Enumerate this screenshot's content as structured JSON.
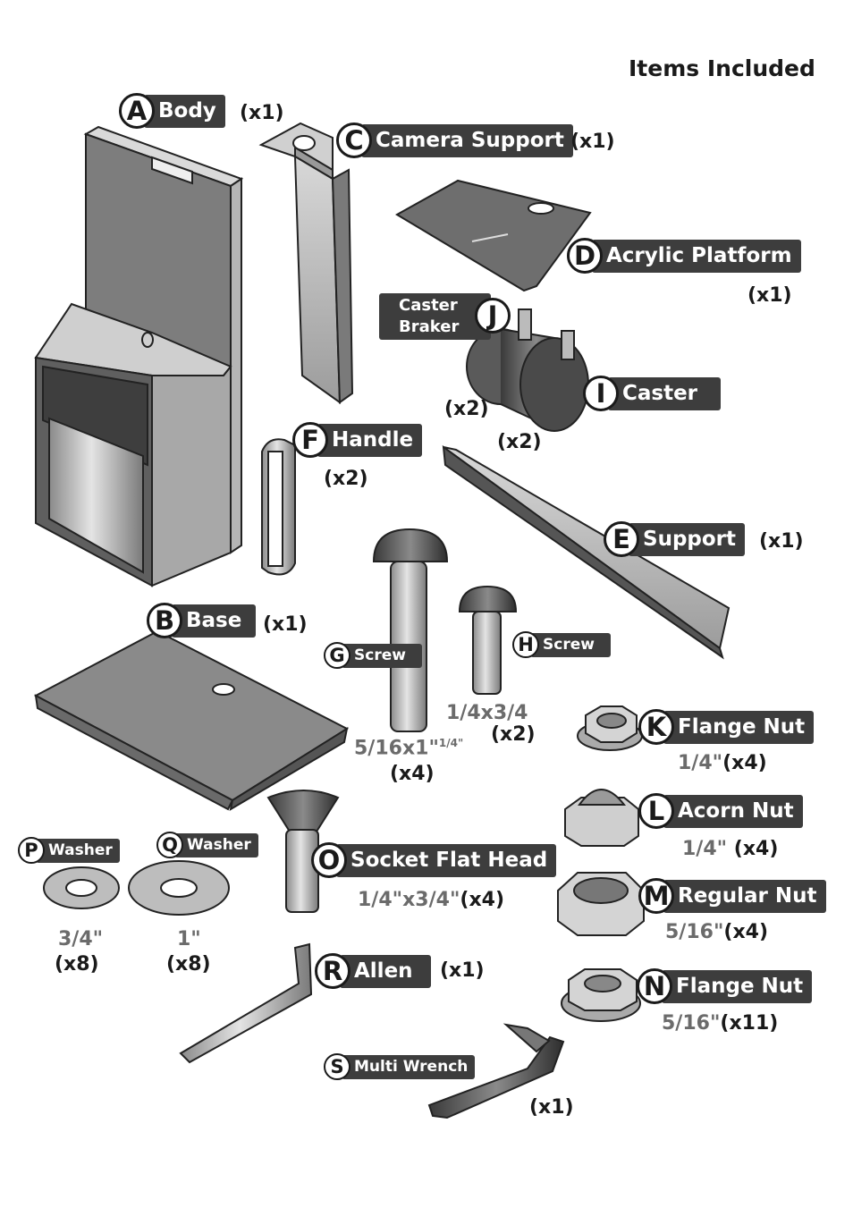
{
  "title": "Items Included",
  "items": {
    "A": {
      "letter": "A",
      "name": "Body",
      "qty": "(x1)"
    },
    "B": {
      "letter": "B",
      "name": "Base",
      "qty": "(x1)"
    },
    "C": {
      "letter": "C",
      "name": "Camera Support",
      "qty": "(x1)"
    },
    "D": {
      "letter": "D",
      "name": "Acrylic Platform",
      "qty": "(x1)"
    },
    "E": {
      "letter": "E",
      "name": "Support",
      "qty": "(x1)"
    },
    "F": {
      "letter": "F",
      "name": "Handle",
      "qty": "(x2)"
    },
    "G": {
      "letter": "G",
      "name": "Screw",
      "size": "5/16x1\"",
      "size_sup": "1/4\"",
      "qty": "(x4)"
    },
    "H": {
      "letter": "H",
      "name": "Screw",
      "size": "1/4x3/4",
      "qty": "(x2)"
    },
    "I": {
      "letter": "I",
      "name": "Caster",
      "qty": "(x2)"
    },
    "J": {
      "letter": "J",
      "name_line1": "Caster",
      "name_line2": "Braker",
      "qty": "(x2)"
    },
    "K": {
      "letter": "K",
      "name": "Flange Nut",
      "size": "1/4\"",
      "qty": "(x4)"
    },
    "L": {
      "letter": "L",
      "name": "Acorn Nut",
      "size": "1/4\"",
      "qty": "(x4)"
    },
    "M": {
      "letter": "M",
      "name": "Regular Nut",
      "size": "5/16\"",
      "qty": "(x4)"
    },
    "N": {
      "letter": "N",
      "name": "Flange Nut",
      "size": "5/16\"",
      "qty": "(x11)"
    },
    "O": {
      "letter": "O",
      "name": "Socket Flat Head",
      "size": "1/4\"x3/4\"",
      "qty": "(x4)"
    },
    "P": {
      "letter": "P",
      "name": "Washer",
      "size": "3/4\"",
      "qty": "(x8)"
    },
    "Q": {
      "letter": "Q",
      "name": "Washer",
      "size": "1\"",
      "qty": "(x8)"
    },
    "R": {
      "letter": "R",
      "name": "Allen",
      "qty": "(x1)"
    },
    "S": {
      "letter": "S",
      "name": "Multi Wrench",
      "qty": "(x1)"
    }
  },
  "colors": {
    "label_bg": "#3d3d3d",
    "part_light": "#c8c8c8",
    "part_mid": "#9a9a9a",
    "part_dark": "#5a5a5a"
  }
}
